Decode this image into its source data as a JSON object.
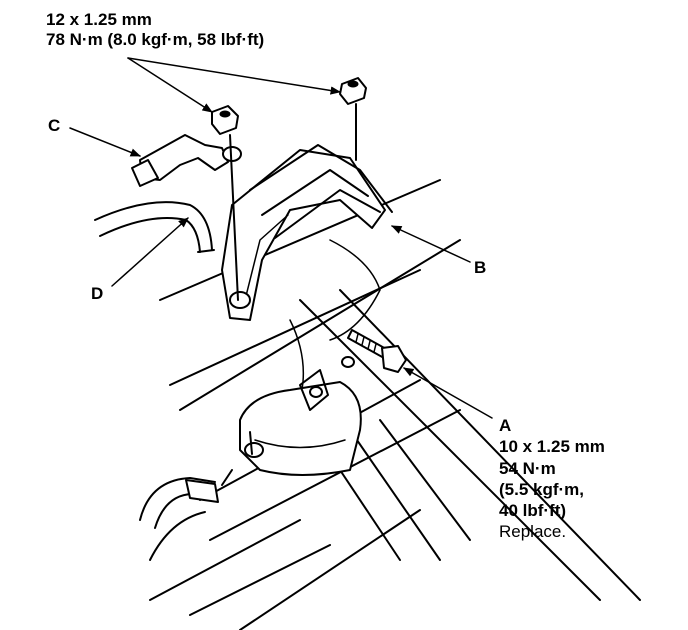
{
  "callouts": {
    "top_nut": {
      "size": "12 x 1.25 mm",
      "torque": "78 N·m (8.0 kgf·m, 58 lbf·ft)"
    },
    "a": {
      "letter": "A",
      "size": "10 x 1.25 mm",
      "torque_nm": "54 N·m",
      "torque_alt_1": "(5.5 kgf·m,",
      "torque_alt_2": "40 lbf·ft)",
      "note": "Replace."
    },
    "b": {
      "letter": "B"
    },
    "c": {
      "letter": "C"
    },
    "d": {
      "letter": "D"
    }
  }
}
